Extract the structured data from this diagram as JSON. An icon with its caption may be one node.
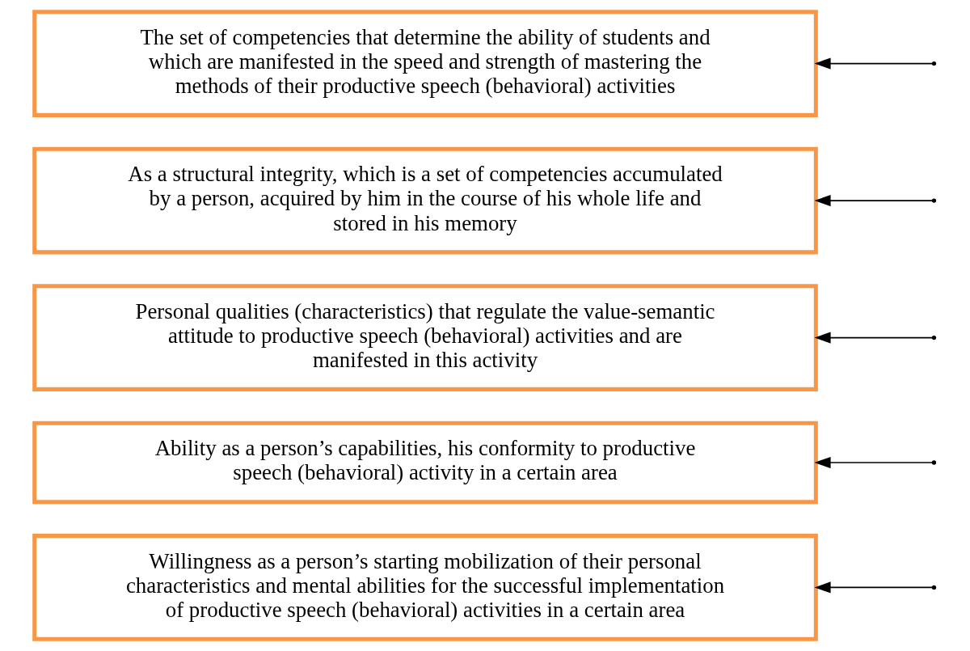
{
  "diagram": {
    "nodes": [
      {
        "text": [
          "The set of competencies that determine the ability of students and which are manifested in the speed and strength of mastering the methods of their productive speech (behavioral) activities"
        ]
      },
      {
        "text": [
          "As a structural integrity, which is a set of competencies accumulated by a person, acquired by him in the course of his whole life and stored in his memory"
        ]
      },
      {
        "text": [
          "Personal qualities (characteristics) that regulate the value-semantic attitude to productive speech (behavioral) activities and are manifested in this activity"
        ]
      },
      {
        "text": [
          "Ability as a person’s capabilities, his conformity to productive speech (behavioral) activity in a certain area"
        ]
      },
      {
        "text": [
          "Willingness as a person’s starting mobilization of their personal characteristics and mental abilities for the successful implementation of productive speech (behavioral) activities in a certain area"
        ]
      }
    ],
    "edges": [
      {
        "from": null,
        "to": 0,
        "arrow": "to"
      },
      {
        "from": null,
        "to": 1,
        "arrow": "to"
      },
      {
        "from": null,
        "to": 2,
        "arrow": "to"
      },
      {
        "from": null,
        "to": 3,
        "arrow": "to"
      },
      {
        "from": null,
        "to": 4,
        "arrow": "to"
      }
    ]
  }
}
